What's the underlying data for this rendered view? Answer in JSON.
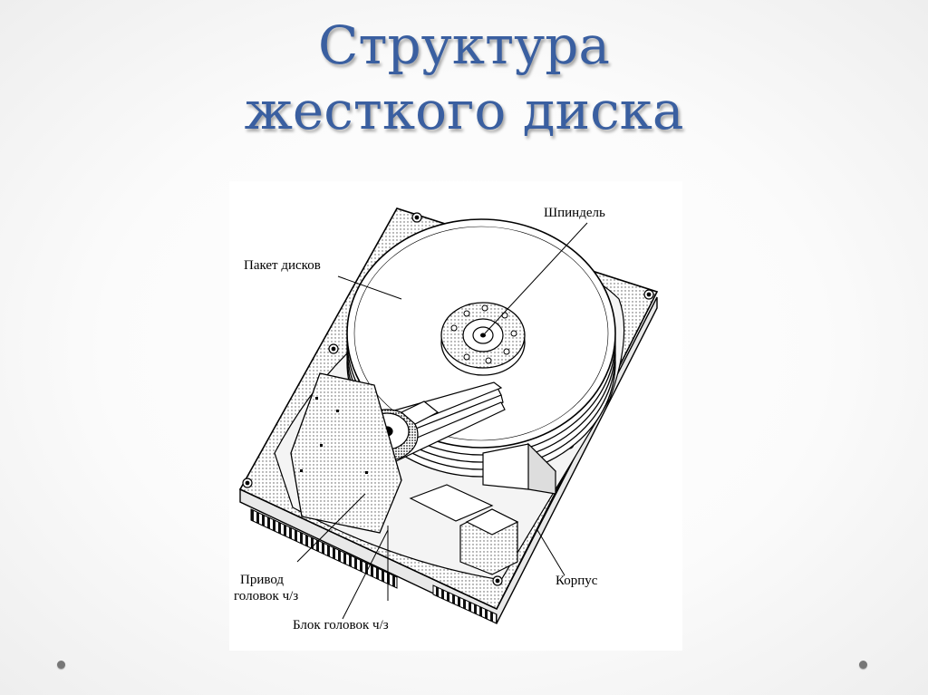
{
  "slide": {
    "title_line1": "Структура",
    "title_line2": "жесткого диска"
  },
  "diagram": {
    "labels": {
      "spindle": "Шпиндель",
      "platters": "Пакет дисков",
      "actuator_line1": "Привод",
      "actuator_line2": "головок ч/з",
      "head_block": "Блок головок ч/з",
      "case": "Корпус"
    }
  },
  "colors": {
    "title": "#3a5fa0",
    "nav_dot": "#777777"
  }
}
